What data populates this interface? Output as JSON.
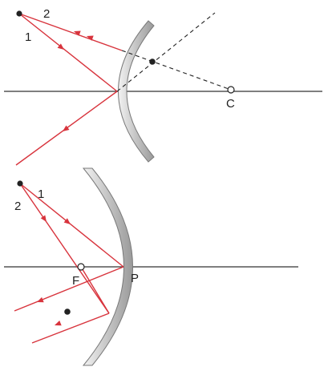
{
  "colors": {
    "ray": "#d8343d",
    "axis": "#333333",
    "dashed": "#222222",
    "mirror_fill": "#d8d8d8",
    "mirror_stroke": "#7a7a7a",
    "point": "#222222"
  },
  "top_diagram": {
    "ray_1_label": "1",
    "ray_2_label": "2",
    "center_label": "C"
  },
  "bottom_diagram": {
    "ray_1_label": "1",
    "ray_2_label": "2",
    "focus_label": "F",
    "pole_label": "P"
  }
}
